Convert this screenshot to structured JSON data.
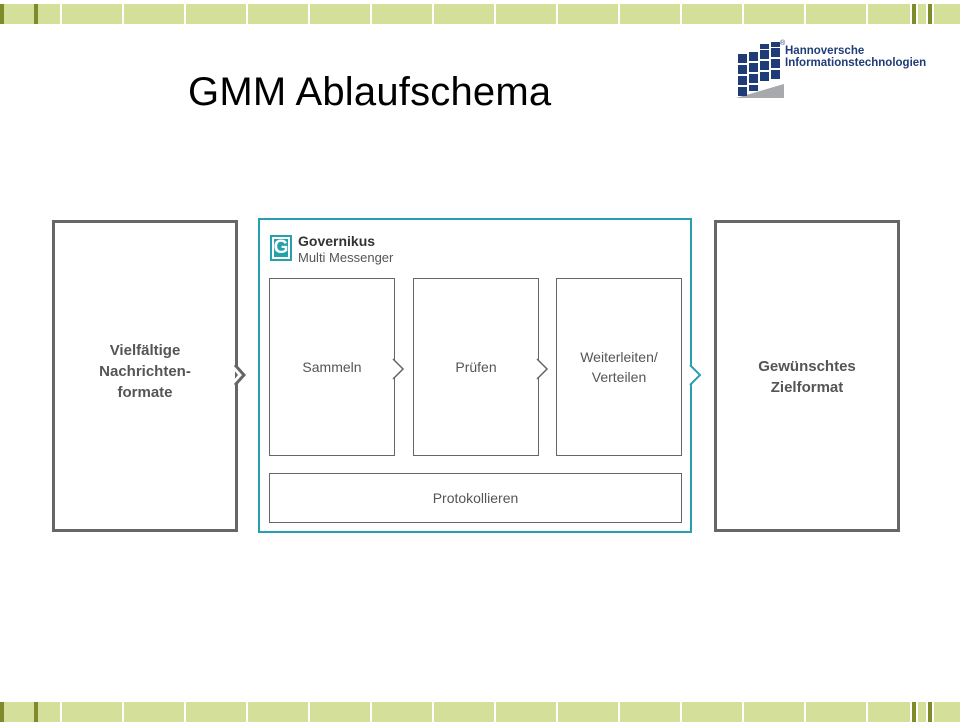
{
  "slide": {
    "title": "GMM Ablaufschema"
  },
  "logo": {
    "line1": "Hannoversche",
    "line2": "Informationstechnologien",
    "registered": "®",
    "colors": {
      "primary": "#1f3c77",
      "secondary": "#a7a9ac"
    }
  },
  "diagram": {
    "input_label_lines": [
      "Vielfältige",
      "Nachrichten-",
      "formate"
    ],
    "output_label_lines": [
      "Gewünschtes",
      "Zielformat"
    ],
    "brand": {
      "icon_letter": "G",
      "name": "Governikus",
      "product": "Multi Messenger",
      "color": "#27a0ad"
    },
    "stages": [
      {
        "lines": [
          "Sammeln"
        ]
      },
      {
        "lines": [
          "Prüfen"
        ]
      },
      {
        "lines": [
          "Weiterleiten/",
          "Verteilen"
        ]
      }
    ],
    "logging_label": "Protokollieren"
  },
  "theme": {
    "bar_dark": "#7f8a2a",
    "bar_light": "#d4df9a",
    "border_gray": "#666666"
  }
}
